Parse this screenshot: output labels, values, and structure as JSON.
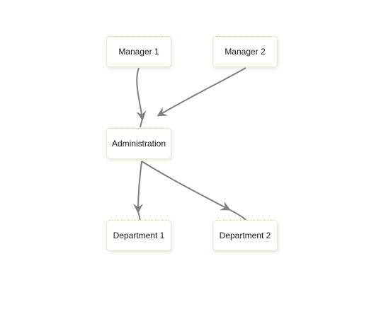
{
  "nodes": {
    "manager_1": "Manager 1",
    "manager_2": "Manager 2",
    "administration": "Administration",
    "department_1": "Department 1",
    "department_2": "Department 2"
  },
  "edges": [
    {
      "from": "Manager 1",
      "to": "Administration"
    },
    {
      "from": "Manager 2",
      "to": "Administration"
    },
    {
      "from": "Administration",
      "to": "Department 1"
    },
    {
      "from": "Administration",
      "to": "Department 2"
    }
  ],
  "colors": {
    "edge": "#808080",
    "node_border": "#c6dc8a",
    "node_fill": "#ffffff",
    "background": "#ffffff"
  }
}
